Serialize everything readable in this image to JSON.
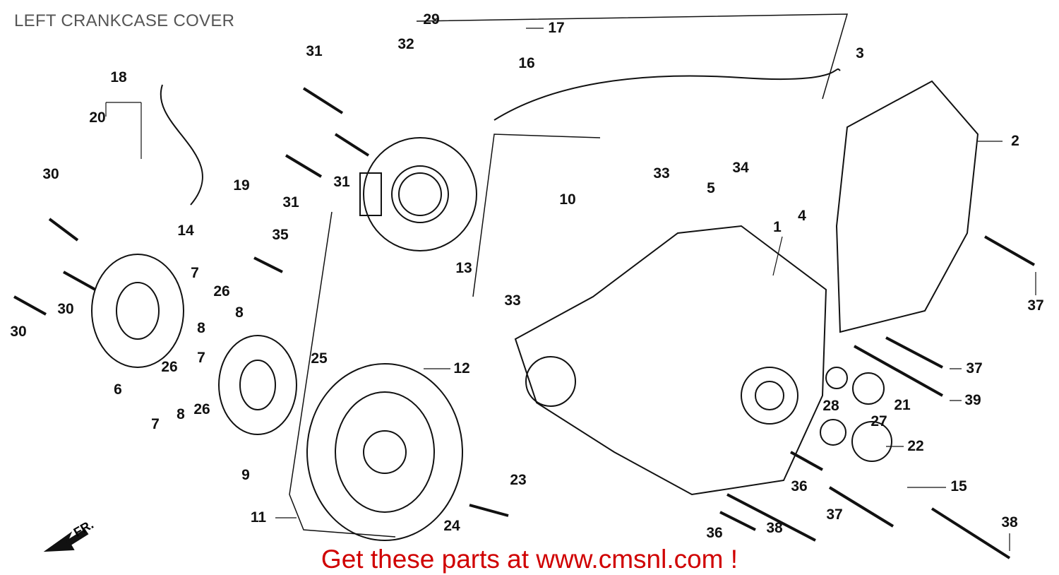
{
  "title": "LEFT CRANKCASE COVER",
  "footer": "Get these parts at www.cmsnl.com !",
  "direction_marker": "FR.",
  "part_labels": [
    "29",
    "17",
    "32",
    "16",
    "3",
    "2",
    "31",
    "18",
    "20",
    "31",
    "31",
    "10",
    "33",
    "5",
    "34",
    "4",
    "30",
    "19",
    "14",
    "35",
    "1",
    "13",
    "7",
    "26",
    "8",
    "30",
    "30",
    "8",
    "26",
    "7",
    "33",
    "37",
    "25",
    "12",
    "37",
    "6",
    "28",
    "21",
    "39",
    "27",
    "26",
    "8",
    "7",
    "22",
    "9",
    "23",
    "15",
    "36",
    "37",
    "11",
    "38",
    "36",
    "24",
    "38"
  ],
  "colors": {
    "footer": "#d00000",
    "title": "#555555",
    "lines": "#111111"
  }
}
